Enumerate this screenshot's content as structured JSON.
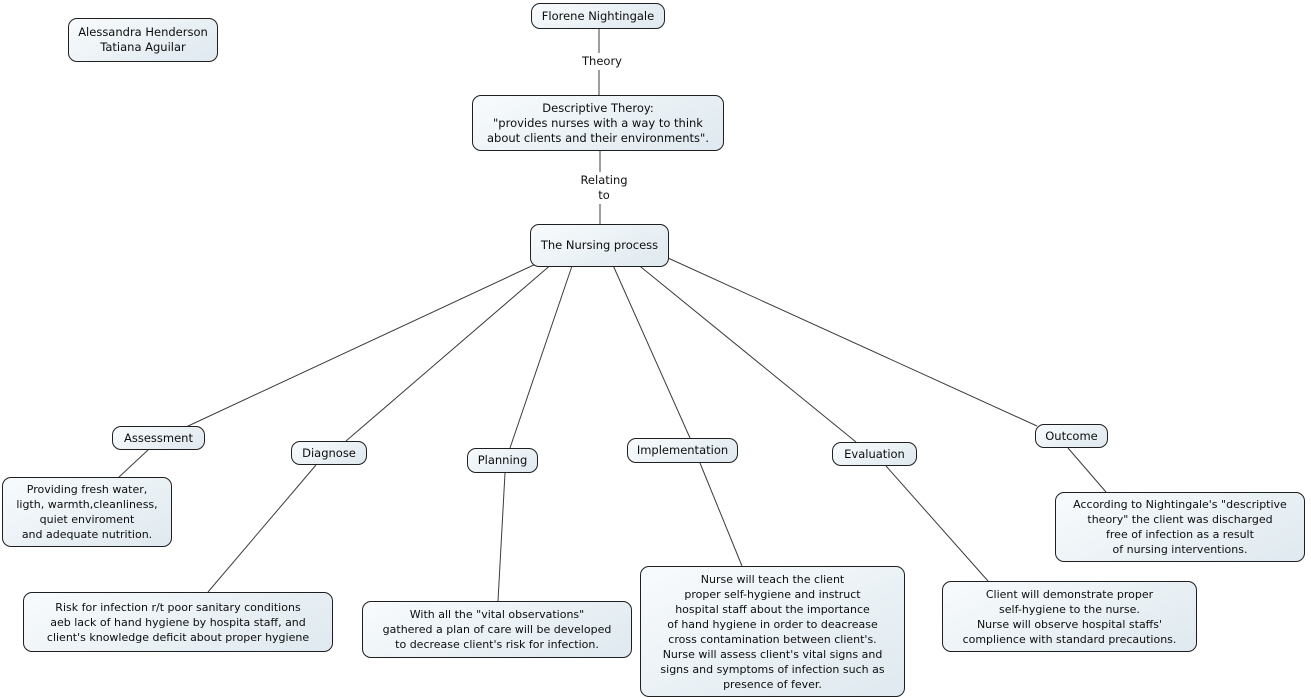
{
  "colors": {
    "background": "#ffffff",
    "node_fill_top": "#f8fbfd",
    "node_fill_bottom": "#dfe9ef",
    "node_border": "#1f1f1f",
    "connector_line": "#3c3c3c",
    "text": "#0d0d0d"
  },
  "authors": {
    "text": "Alessandra Henderson\nTatiana Aguilar"
  },
  "map": {
    "root": {
      "label": "Florene Nightingale"
    },
    "linking_phrases": {
      "theory": "Theory",
      "relating": "Relating\nto"
    },
    "descriptive_theory": {
      "text": "Descriptive Theroy:\n\"provides nurses with a way to think\nabout clients and their environments\"."
    },
    "nursing_process": {
      "label": "The Nursing process"
    },
    "steps": [
      {
        "id": "assessment",
        "label": "Assessment",
        "detail": "Providing fresh water,\nligth, warmth,cleanliness,\nquiet enviroment\nand adequate nutrition."
      },
      {
        "id": "diagnose",
        "label": "Diagnose",
        "detail": "Risk for infection r/t poor sanitary conditions\naeb lack of hand hygiene by hospita staff, and\nclient's knowledge deficit about proper hygiene"
      },
      {
        "id": "planning",
        "label": "Planning",
        "detail": "With all the \"vital observations\"\ngathered a plan of care will be developed\nto decrease client's risk for infection."
      },
      {
        "id": "implementation",
        "label": "Implementation",
        "detail": "Nurse will teach the client\nproper self-hygiene and instruct\nhospital staff about the importance\nof hand hygiene in order to deacrease\ncross contamination between client's.\nNurse will assess client's vital signs and\nsigns and symptoms of infection such as\npresence of fever."
      },
      {
        "id": "evaluation",
        "label": "Evaluation",
        "detail": "Client will demonstrate proper\nself-hygiene to the nurse.\nNurse will observe hospital staffs'\ncomplience with standard precautions."
      },
      {
        "id": "outcome",
        "label": "Outcome",
        "detail": "According to Nightingale's \"descriptive\ntheory\" the client was discharged\nfree of infection as a result\nof nursing interventions."
      }
    ]
  }
}
